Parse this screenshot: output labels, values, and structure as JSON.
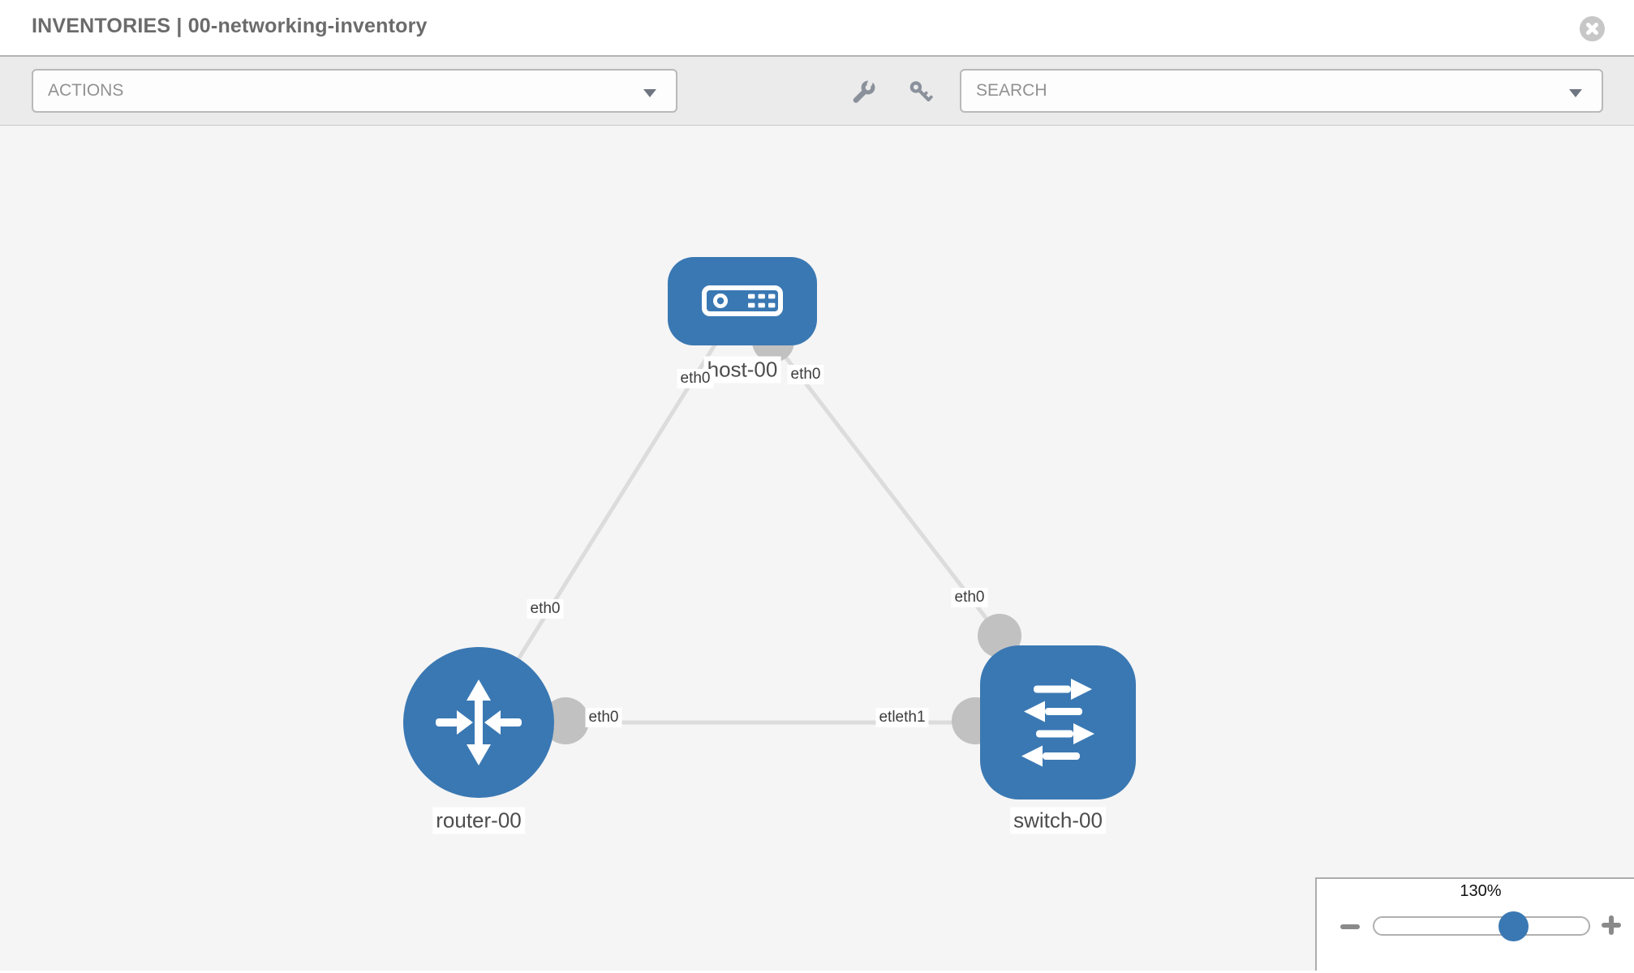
{
  "header": {
    "title": "INVENTORIES | 00-networking-inventory"
  },
  "toolbar": {
    "actions_placeholder": "ACTIONS",
    "search_placeholder": "SEARCH"
  },
  "topology": {
    "nodes": [
      {
        "type": "host",
        "label": "host-00"
      },
      {
        "type": "router",
        "label": "router-00"
      },
      {
        "type": "switch",
        "label": "switch-00"
      }
    ],
    "interface_labels": {
      "host_router_at_host": "eth0",
      "host_switch_at_host": "eth0",
      "host_router_at_router": "eth0",
      "host_switch_at_switch": "eth0",
      "router_switch_at_router": "eth0",
      "router_switch_at_switch": "etleth1"
    }
  },
  "zoom_control": {
    "level": "130%"
  },
  "colors": {
    "node_blue": "#3a78b3",
    "link_gray": "#dcdcdc",
    "connector_gray": "#c1c1c1",
    "canvas_bg": "#f5f5f5",
    "toolbar_bg": "#ebebeb"
  }
}
